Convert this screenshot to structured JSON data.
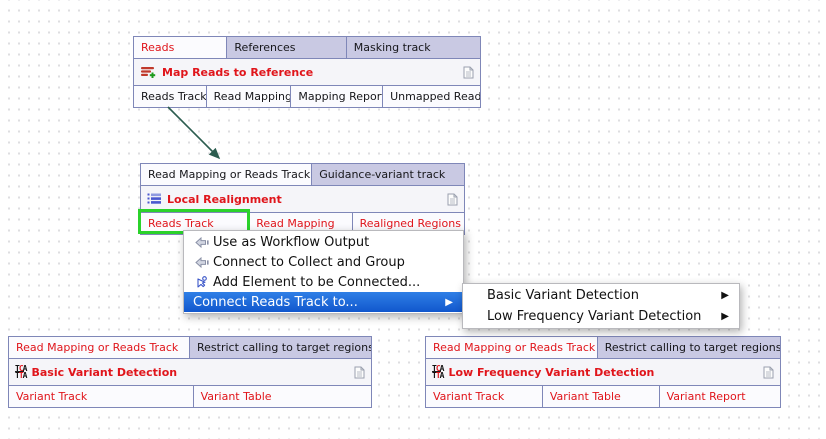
{
  "colors": {
    "node_border": "#7f87b8",
    "tab_connected_bg": "#fbfbfe",
    "tab_unconnected_bg": "#c9c9e3",
    "header_bg": "#f5f5f9",
    "accent_red_text": "#e0151b",
    "menu_highlight_blue": "#1d6cdb",
    "selection_green": "#2bd22b",
    "connection_arrow": "#2b5c4f"
  },
  "nodes": {
    "map_reads": {
      "title": "Map Reads to Reference",
      "icon": "map-reads-icon",
      "inputs": [
        {
          "label": "Reads"
        },
        {
          "label": "References"
        },
        {
          "label": "Masking track"
        }
      ],
      "outputs": [
        {
          "label": "Reads Track"
        },
        {
          "label": "Read Mapping"
        },
        {
          "label": "Mapping Report"
        },
        {
          "label": "Unmapped Reads"
        }
      ]
    },
    "local_realignment": {
      "title": "Local Realignment",
      "icon": "local-realignment-icon",
      "inputs": [
        {
          "label": "Read Mapping or Reads Track"
        },
        {
          "label": "Guidance-variant track"
        }
      ],
      "outputs": [
        {
          "label": "Reads Track"
        },
        {
          "label": "Read Mapping"
        },
        {
          "label": "Realigned Regions"
        }
      ]
    },
    "basic_variant": {
      "title": "Basic Variant Detection",
      "icon": "variant-detection-icon",
      "inputs": [
        {
          "label": "Read Mapping or Reads Track"
        },
        {
          "label": "Restrict calling to target regions"
        }
      ],
      "outputs": [
        {
          "label": "Variant Track"
        },
        {
          "label": "Variant Table"
        }
      ]
    },
    "low_freq": {
      "title": "Low Frequency Variant Detection",
      "icon": "variant-detection-icon",
      "inputs": [
        {
          "label": "Read Mapping or Reads Track"
        },
        {
          "label": "Restrict calling to target regions"
        }
      ],
      "outputs": [
        {
          "label": "Variant Track"
        },
        {
          "label": "Variant Table"
        },
        {
          "label": "Variant Report"
        }
      ]
    }
  },
  "context_menu": {
    "items": [
      {
        "label": "Use as Workflow Output",
        "icon": "workflow-output-icon"
      },
      {
        "label": "Connect to Collect and Group",
        "icon": "collect-and-group-icon"
      },
      {
        "label": "Add Element to be Connected...",
        "icon": "add-element-icon"
      },
      {
        "label": "Connect Reads Track to...",
        "highlighted": true,
        "has_submenu": true
      }
    ]
  },
  "submenu": {
    "items": [
      {
        "label": "Basic Variant Detection",
        "has_submenu": true
      },
      {
        "label": "Low Frequency Variant Detection",
        "has_submenu": true
      }
    ]
  }
}
